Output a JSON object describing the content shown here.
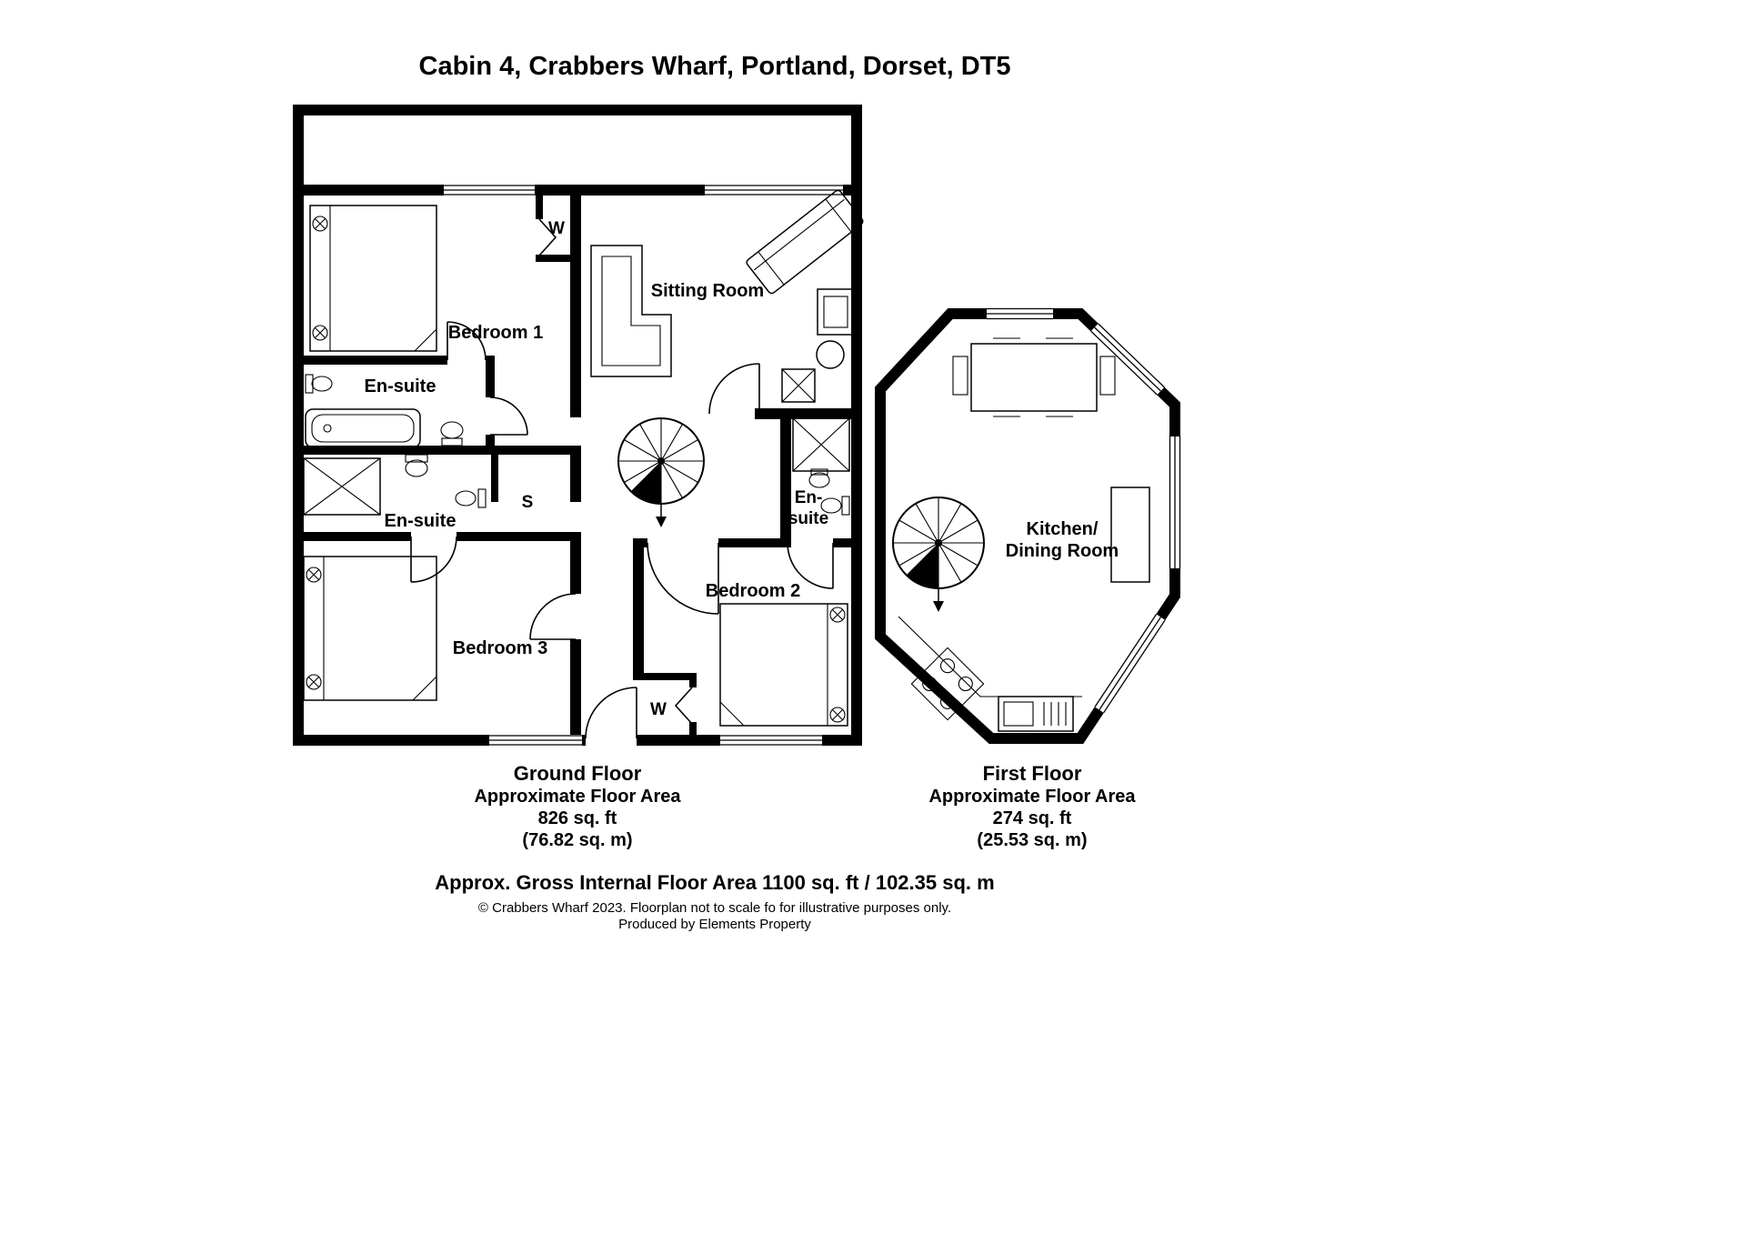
{
  "title": "Cabin 4, Crabbers Wharf, Portland, Dorset, DT5",
  "labels": {
    "bedroom1": "Bedroom 1",
    "bedroom2": "Bedroom 2",
    "bedroom3": "Bedroom 3",
    "ensuite_bed1": "En-suite",
    "ensuite_bed3": "En-suite",
    "ensuite_bed2_line1": "En-",
    "ensuite_bed2_line2": "suite",
    "sitting_room": "Sitting Room",
    "kitchen_line1": "Kitchen/",
    "kitchen_line2": "Dining Room",
    "wardrobe_bed1": "W",
    "wardrobe_bed2": "W",
    "store": "S"
  },
  "ground_floor": {
    "title": "Ground Floor",
    "subtitle": "Approximate Floor Area",
    "area_ft": "826 sq. ft",
    "area_m": "(76.82 sq. m)"
  },
  "first_floor": {
    "title": "First Floor",
    "subtitle": "Approximate Floor Area",
    "area_ft": "274 sq. ft",
    "area_m": "(25.53 sq. m)"
  },
  "footer": {
    "gross_area": "Approx. Gross Internal Floor Area 1100 sq. ft / 102.35 sq. m",
    "copyright": "© Crabbers Wharf 2023. Floorplan not to scale fo for illustrative purposes only.",
    "produced_by": "Produced by Elements Property"
  },
  "colors": {
    "wall": "#000000",
    "background": "#ffffff"
  }
}
